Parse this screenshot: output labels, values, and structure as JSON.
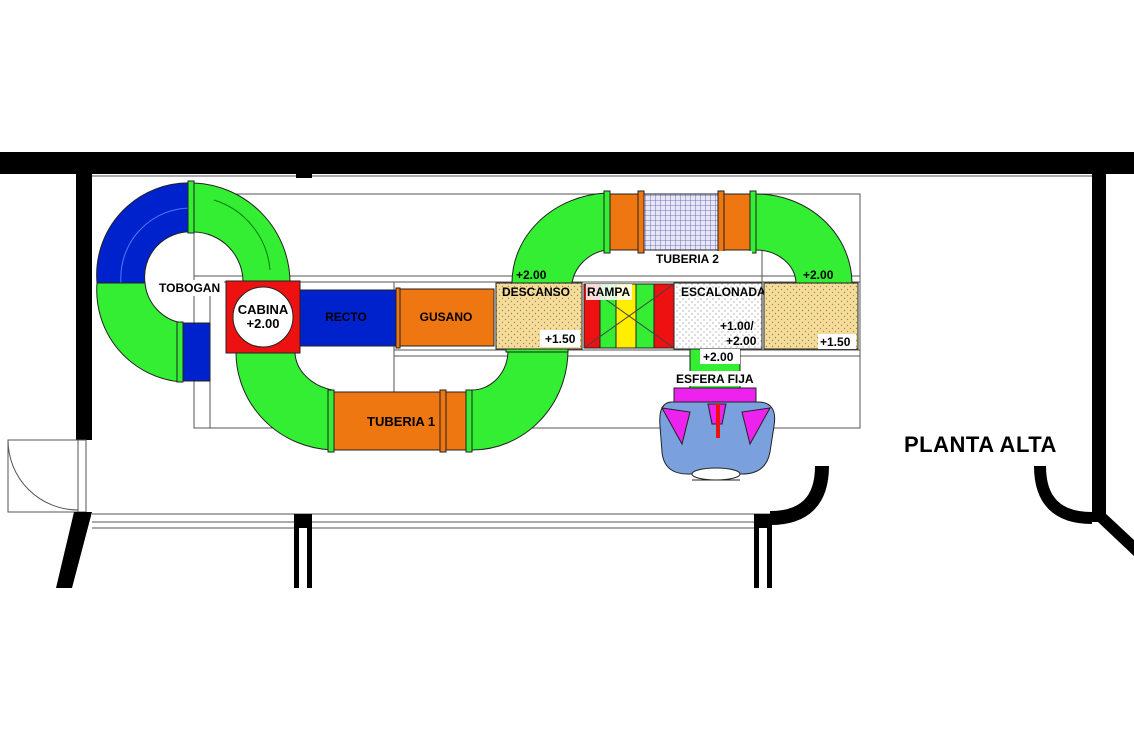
{
  "title": "PLANTA ALTA",
  "colors": {
    "green": "#33ee33",
    "blue": "#0022cc",
    "orange": "#ee7711",
    "red": "#ee1111",
    "sand": "#f5dc9a",
    "sphere": "#7aa0dd",
    "magenta": "#ee22ee",
    "yellow": "#ffee00",
    "wall": "#000000"
  },
  "labels": {
    "tobogan": "TOBOGAN",
    "cabina": "CABINA",
    "cabina_level": "+2.00",
    "recto": "RECTO",
    "gusano": "GUSANO",
    "descanso": "DESCANSO",
    "descanso_level": "+1.50",
    "rampa": "RAMPA",
    "escalonada": "ESCALONADA",
    "escalonada_level_a": "+1.00/",
    "escalonada_level_b": "+2.00",
    "right_level": "+1.50",
    "tuberia_1": "TUBERIA 1",
    "tuberia_2": "TUBERIA 2",
    "curve_left_level": "+2.00",
    "curve_right_level": "+2.00",
    "esfera_level": "+2.00",
    "esfera_fija": "ESFERA FIJA"
  }
}
